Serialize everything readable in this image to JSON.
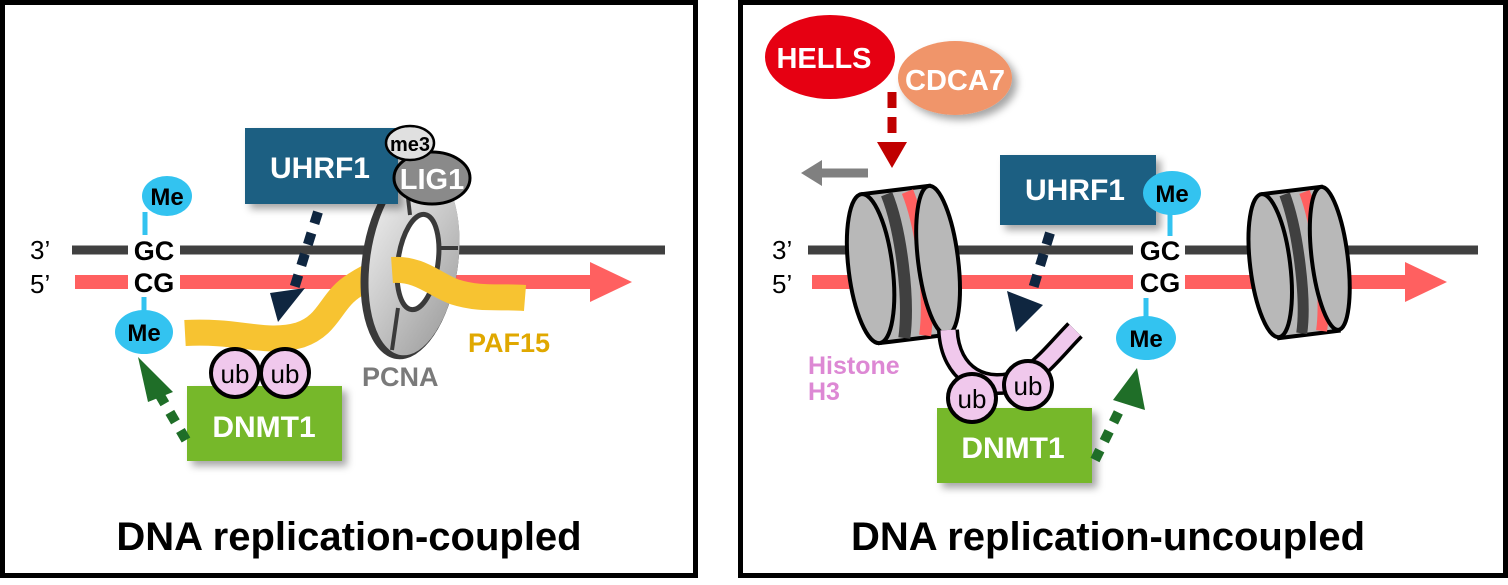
{
  "panels": {
    "left": {
      "caption": "DNA replication-coupled",
      "strand_top_label": "3’",
      "strand_bottom_label": "5’",
      "base_top": "GC",
      "base_bottom": "CG",
      "methyl_top": "Me",
      "methyl_bottom": "Me",
      "uhrf1": "UHRF1",
      "me3": "me3",
      "lig1": "LIG1",
      "pcna": "PCNA",
      "paf15": "PAF15",
      "ub1": "ub",
      "ub2": "ub",
      "dnmt1": "DNMT1"
    },
    "right": {
      "caption": "DNA replication-uncoupled",
      "strand_top_label": "3’",
      "strand_bottom_label": "5’",
      "hells": "HELLS",
      "cdca7": "CDCA7",
      "uhrf1": "UHRF1",
      "methyl_top": "Me",
      "methyl_bottom": "Me",
      "base_top": "GC",
      "base_bottom": "CG",
      "histone_line1": "Histone",
      "histone_line2": "H3",
      "ub1": "ub",
      "ub2": "ub",
      "dnmt1": "DNMT1"
    }
  },
  "colors": {
    "dna_top": "#404040",
    "dna_bottom": "#ff6060",
    "uhrf1": "#1a5f82",
    "methyl": "#33c3f0",
    "dnmt1": "#76b82a",
    "ub": "#f0c8ec",
    "paf15": "#f7c331",
    "paf15_text": "#e0a800",
    "pcna_text": "#7a7a7a",
    "hells": "#e60012",
    "cdca7": "#f0956a",
    "histone": "#f0c8ec",
    "histone_text": "#dd88d4",
    "arrow_navy": "#0f2640",
    "arrow_green": "#1f6e28",
    "arrow_red": "#c00000"
  }
}
